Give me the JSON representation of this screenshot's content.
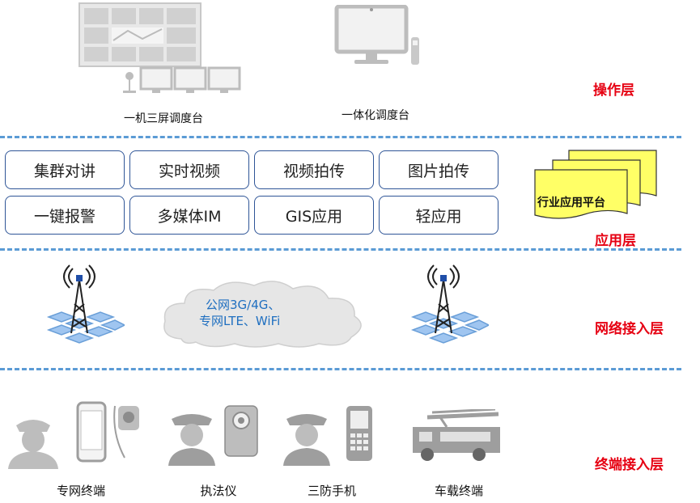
{
  "layers": {
    "operation": "操作层",
    "application": "应用层",
    "network": "网络接入层",
    "terminal": "终端接入层"
  },
  "operation": {
    "console_a": "一机三屏调度台",
    "console_b": "一体化调度台"
  },
  "applications": {
    "items": [
      "集群对讲",
      "实时视频",
      "视频拍传",
      "图片拍传",
      "一键报警",
      "多媒体IM",
      "GIS应用",
      "轻应用"
    ],
    "platform": "行业应用平台"
  },
  "network": {
    "cloud_line1": "公网3G/4G、",
    "cloud_line2": "专网LTE、WiFi"
  },
  "terminals": [
    "专网终端",
    "执法仪",
    "三防手机",
    "车载终端"
  ],
  "colors": {
    "layer_label": "#e60012",
    "dash_line": "#5b9bd5",
    "button_border": "#2f5597",
    "platform_fill": "#ffff66",
    "cloud_text": "#1f6fc0"
  },
  "icons": {
    "console_a": "multi-screen-console-icon",
    "console_b": "integrated-console-icon",
    "tower": "cell-tower-icon",
    "cloud": "cloud-icon",
    "terminals": [
      "police-officer-icon",
      "phone-icon",
      "camera-icon",
      "vehicle-icon"
    ]
  }
}
